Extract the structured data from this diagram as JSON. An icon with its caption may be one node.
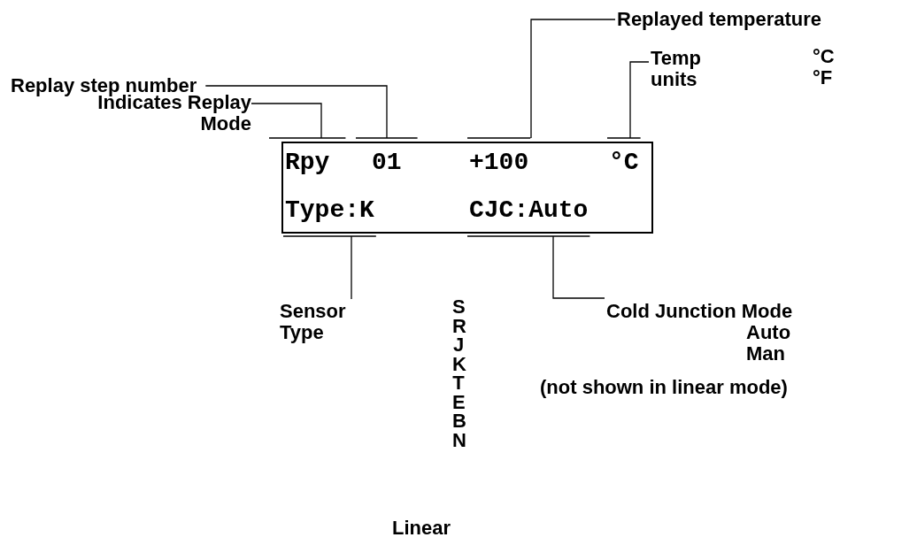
{
  "diagram": {
    "nodes": [
      {
        "text": [],
        "shape": "box"
      },
      {
        "text": [
          "Rpy"
        ],
        "in": 0
      },
      {
        "text": [
          "01"
        ],
        "in": 0
      },
      {
        "text": [
          "+100"
        ],
        "in": 0
      },
      {
        "text": [
          "°C"
        ],
        "in": 0
      },
      {
        "text": [
          "Type:K"
        ],
        "in": 0
      },
      {
        "text": [
          "CJC:Auto"
        ],
        "in": 0
      },
      {
        "text": [
          "Indicates Replay Mode"
        ]
      },
      {
        "text": [
          "Replay step number"
        ]
      },
      {
        "text": [
          "Replayed temperature"
        ]
      },
      {
        "text": [
          "Temp units"
        ],
        "beside": [
          "°C",
          "°F"
        ]
      },
      {
        "text": [
          "Sensor Type"
        ]
      },
      {
        "text": [
          "Cold Junction Mode"
        ],
        "beside": [
          "Auto",
          "Man",
          "(not shown in linear mode)"
        ]
      }
    ],
    "edges": [
      {
        "from": 7,
        "to": 1,
        "arrow": "none"
      },
      {
        "from": 8,
        "to": 2,
        "arrow": "none"
      },
      {
        "from": 9,
        "to": 3,
        "arrow": "none"
      },
      {
        "from": 10,
        "to": 4,
        "arrow": "none"
      },
      {
        "from": 11,
        "to": 5,
        "arrow": "none"
      },
      {
        "from": 12,
        "to": 6,
        "arrow": "none"
      }
    ],
    "labels": [
      "S",
      "R",
      "J",
      "K",
      "T",
      "E",
      "B",
      "N",
      "Linear"
    ]
  }
}
